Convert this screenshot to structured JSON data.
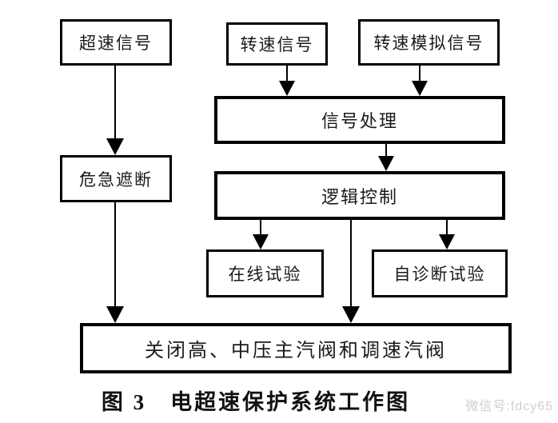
{
  "diagram": {
    "title": "电超速保护系统工作图",
    "nodes": {
      "overspeed_signal": "超速信号",
      "speed_signal": "转速信号",
      "speed_analog_signal": "转速模拟信号",
      "signal_processing": "信号处理",
      "emergency_trip": "危急遮断",
      "logic_control": "逻辑控制",
      "online_test": "在线试验",
      "self_diagnosis_test": "自诊断试验",
      "close_valves": "关闭高、中压主汽阀和调速汽阀"
    },
    "edges": [
      {
        "from": "超速信号",
        "to": "危急遮断"
      },
      {
        "from": "转速信号",
        "to": "信号处理"
      },
      {
        "from": "转速模拟信号",
        "to": "信号处理"
      },
      {
        "from": "信号处理",
        "to": "逻辑控制"
      },
      {
        "from": "逻辑控制",
        "to": "在线试验"
      },
      {
        "from": "逻辑控制",
        "to": "自诊断试验"
      },
      {
        "from": "逻辑控制",
        "to": "关闭高、中压主汽阀和调速汽阀"
      },
      {
        "from": "危急遮断",
        "to": "关闭高、中压主汽阀和调速汽阀"
      }
    ],
    "caption": "图 3　电超速保护系统工作图",
    "watermark": "微信号:fdcy65",
    "colors": {
      "background": "#ffffff",
      "border": "#000000",
      "text": "#1a1a1a",
      "watermark": "#cfcfcf"
    }
  }
}
